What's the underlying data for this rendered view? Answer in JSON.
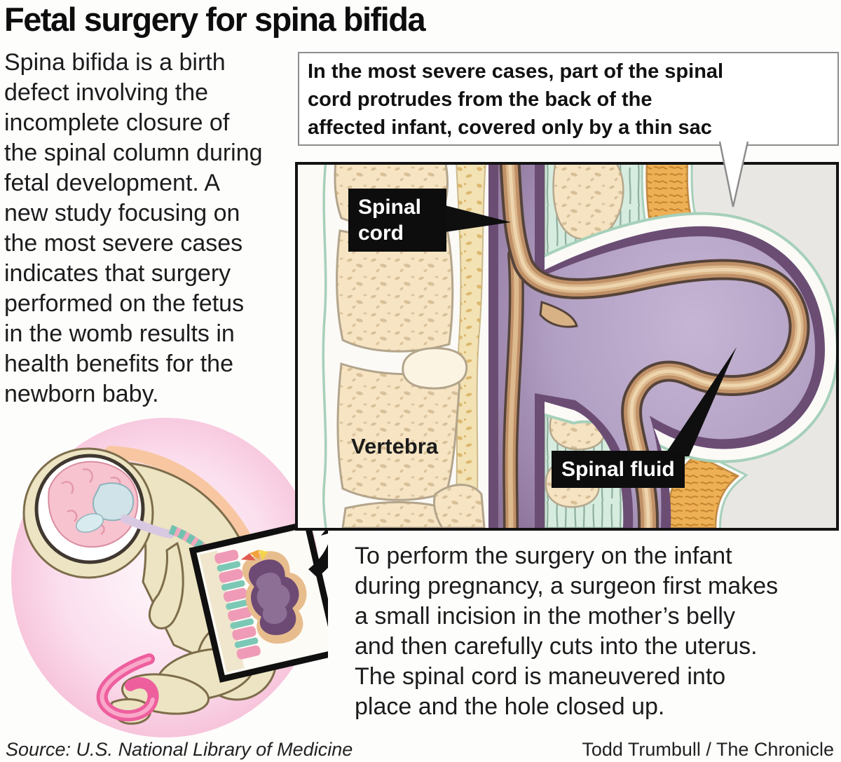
{
  "title": "Fetal surgery for spina bifida",
  "intro": {
    "lines": [
      "Spina bifida is a birth",
      "defect involving the",
      "incomplete closure of",
      "the spinal column during",
      "fetal development. A",
      "new study focusing on",
      "the most severe cases",
      "indicates that surgery",
      "performed on the fetus",
      "in the womb results in",
      "health benefits for the",
      "newborn baby."
    ]
  },
  "callout": {
    "lines": [
      "In the most severe cases, part of the spinal",
      "cord protrudes from the back of the",
      "affected infant, covered only by a thin sac"
    ]
  },
  "diagram": {
    "labels": {
      "spinal_cord": "Spinal cord",
      "vertebra": "Vertebra",
      "spinal_fluid": "Spinal fluid"
    }
  },
  "surgery": {
    "lines": [
      "To perform the surgery on the infant",
      "during pregnancy, a surgeon first makes",
      "a small incision in the mother’s belly",
      "and then carefully cuts into the uterus.",
      "The spinal cord is maneuvered into",
      "place and the hole closed up."
    ]
  },
  "footer": {
    "source": "Source: U.S. National Library of Medicine",
    "credit": "Todd Trumbull / The Chronicle"
  },
  "colors": {
    "label_bg": "#0d0d0d",
    "label_text": "#ffffff",
    "bone": "#f6e4c3",
    "spinal_cord_brown": "#c09067",
    "spinal_fluid_purple": "#b2a0c4",
    "dura_purple": "#6b4d74",
    "muscle_teal": "#d6ecdf",
    "skin_fat_orange": "#edb054",
    "membrane_teal": "#a6d0ba",
    "womb_pink": "#f6bcd8",
    "fetus_body": "#ece4c2",
    "umbilical_pink": "#ee5f9e"
  }
}
